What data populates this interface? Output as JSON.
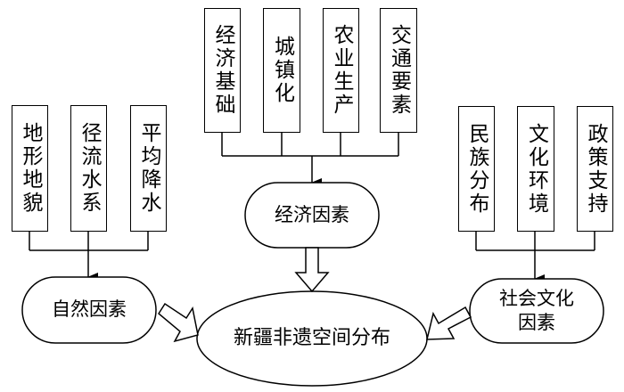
{
  "diagram": {
    "target": {
      "label": "新疆非遗空间分布"
    },
    "groups": [
      {
        "id": "natural",
        "label": "自然因素",
        "factors": [
          "地形地貌",
          "径流水系",
          "平均降水"
        ]
      },
      {
        "id": "economic",
        "label": "经济因素",
        "factors": [
          "经济基础",
          "城镇化",
          "农业生产",
          "交通要素"
        ]
      },
      {
        "id": "social",
        "label": "社会文化因素",
        "label_lines": [
          "社会文化",
          "因素"
        ],
        "factors": [
          "民族分布",
          "文化环境",
          "政策支持"
        ]
      }
    ],
    "edges": [
      {
        "from": "地形地貌",
        "to": "自然因素"
      },
      {
        "from": "径流水系",
        "to": "自然因素"
      },
      {
        "from": "平均降水",
        "to": "自然因素"
      },
      {
        "from": "经济基础",
        "to": "经济因素"
      },
      {
        "from": "城镇化",
        "to": "经济因素"
      },
      {
        "from": "农业生产",
        "to": "经济因素"
      },
      {
        "from": "交通要素",
        "to": "经济因素"
      },
      {
        "from": "民族分布",
        "to": "社会文化因素"
      },
      {
        "from": "文化环境",
        "to": "社会文化因素"
      },
      {
        "from": "政策支持",
        "to": "社会文化因素"
      },
      {
        "from": "自然因素",
        "to": "新疆非遗空间分布",
        "style": "block-arrow"
      },
      {
        "from": "经济因素",
        "to": "新疆非遗空间分布",
        "style": "block-arrow"
      },
      {
        "from": "社会文化因素",
        "to": "新疆非遗空间分布",
        "style": "block-arrow"
      }
    ]
  }
}
